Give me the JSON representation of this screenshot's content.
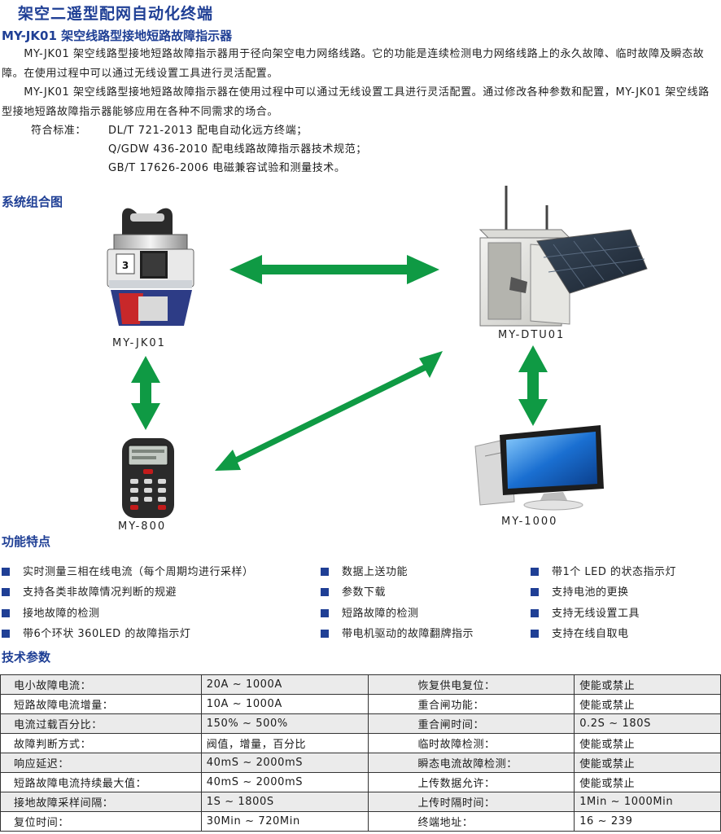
{
  "header": {
    "title": "架空二遥型配网自动化终端",
    "subtitle": "MY-JK01 架空线路型接地短路故障指示器"
  },
  "intro": {
    "para1": "　　MY-JK01 架空线路型接地短路故障指示器用于径向架空电力网络线路。它的功能是连续检测电力网络线路上的永久故障、临时故障及瞬态故障。在使用过程中可以通过无线设置工具进行灵活配置。",
    "para2": "　　MY-JK01 架空线路型接地短路故障指示器在使用过程中可以通过无线设置工具进行灵活配置。通过修改各种参数和配置，MY-JK01 架空线路型接地短路故障指示器能够应用在各种不同需求的场合。",
    "standards_label": "符合标准：",
    "standards": [
      "DL/T 721-2013 配电自动化远方终端；",
      "Q/GDW 436-2010 配电线路故障指示器技术规范；",
      "GB/T 17626-2006 电磁兼容试验和测量技术。"
    ]
  },
  "system": {
    "heading": "系统组合图",
    "devices": {
      "indicator": "MY-JK01",
      "dtu": "MY-DTU01",
      "handheld": "MY-800",
      "computer": "MY-1000"
    },
    "indicator_number": "3"
  },
  "features": {
    "heading": "功能特点",
    "items": [
      "实时测量三相在线电流（每个周期均进行采样）",
      "数据上送功能",
      "带1个 LED 的状态指示灯",
      "支持各类非故障情况判断的规避",
      "参数下载",
      "支持电池的更换",
      "接地故障的检测",
      "短路故障的检测",
      "支持无线设置工具",
      "带6个环状 360LED 的故障指示灯",
      "带电机驱动的故障翻牌指示",
      "支持在线自取电"
    ]
  },
  "tech": {
    "heading": "技术参数",
    "rows": [
      [
        "电小故障电流：",
        "20A ~ 1000A",
        "恢复供电复位：",
        "使能或禁止"
      ],
      [
        "短路故障电流增量：",
        "10A ~ 1000A",
        "重合闸功能：",
        "使能或禁止"
      ],
      [
        "电流过载百分比：",
        "150% ~ 500%",
        "重合闸时间：",
        "0.2S ~ 180S"
      ],
      [
        "故障判断方式：",
        "阀值，增量，百分比",
        "临时故障检测：",
        "使能或禁止"
      ],
      [
        "响应延迟：",
        "40mS ~ 2000mS",
        "瞬态电流故障检测：",
        "使能或禁止"
      ],
      [
        "短路故障电流持续最大值：",
        "40mS ~ 2000mS",
        "上传数据允许：",
        "使能或禁止"
      ],
      [
        "接地故障采样间隔：",
        "1S ~ 1800S",
        "上传时隔时间：",
        "1Min ~ 1000Min"
      ],
      [
        "复位时间：",
        "30Min ~ 720Min",
        "终端地址：",
        "16 ~ 239"
      ]
    ]
  },
  "colors": {
    "heading": "#1f3f95",
    "arrow": "#0f9a44",
    "bullet": "#1f3f95",
    "row_shade": "#ebebeb"
  }
}
